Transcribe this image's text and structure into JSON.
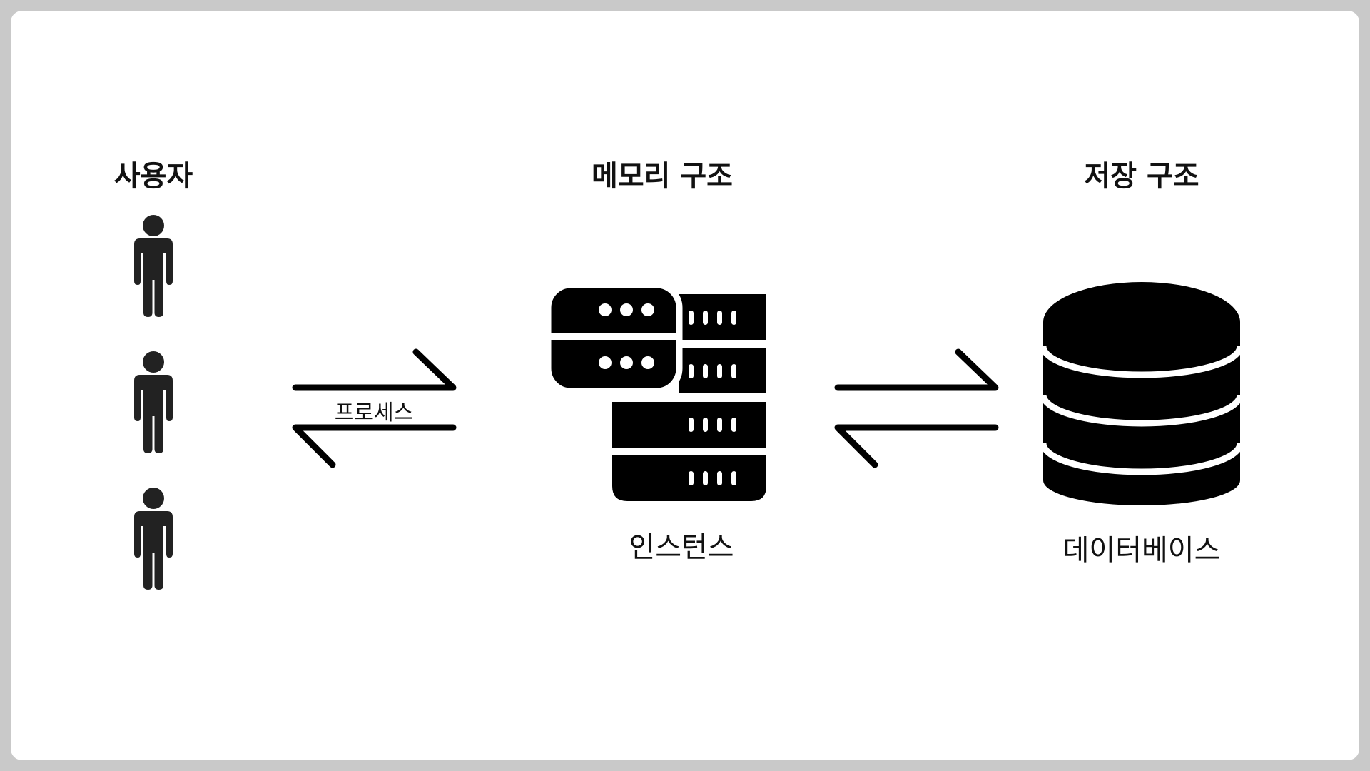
{
  "users": {
    "title": "사용자",
    "icon": "person-icon",
    "count": 3
  },
  "process_label": "프로세스",
  "memory": {
    "title": "메모리 구조",
    "icon": "server-stack-icon",
    "label": "인스턴스"
  },
  "storage": {
    "title": "저장 구조",
    "icon": "database-icon",
    "label": "데이터베이스"
  },
  "colors": {
    "frame": "#c9c9c9",
    "background": "#ffffff",
    "icon": "#000000",
    "person": "#222222"
  }
}
